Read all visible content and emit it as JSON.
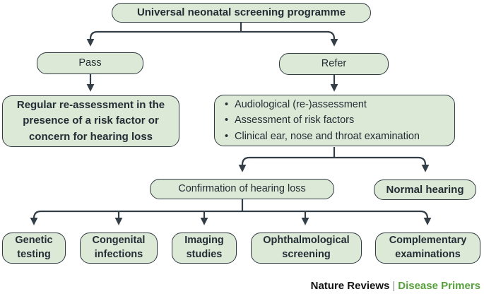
{
  "flowchart": {
    "nodes": {
      "universal": "Universal neonatal screening programme",
      "pass": "Pass",
      "refer": "Refer",
      "reassessment": "Regular re-assessment in the presence of a risk factor or concern for hearing loss",
      "refer_actions": [
        "Audiological (re-)assessment",
        "Assessment of risk factors",
        "Clinical ear, nose and throat examination"
      ],
      "confirmation": "Confirmation of hearing loss",
      "normal_hearing": "Normal hearing",
      "genetic": "Genetic testing",
      "congenital": "Congenital infections",
      "imaging": "Imaging studies",
      "ophthalmological": "Ophthalmological screening",
      "complementary": "Complementary examinations"
    },
    "footer": {
      "journal": "Nature Reviews",
      "separator": "|",
      "title": "Disease Primers"
    },
    "colors": {
      "node_fill": "#dce9d6",
      "node_border": "#2f3a42",
      "connector": "#333e47",
      "text": "#222d35",
      "footer_green": "#56a03c"
    }
  }
}
